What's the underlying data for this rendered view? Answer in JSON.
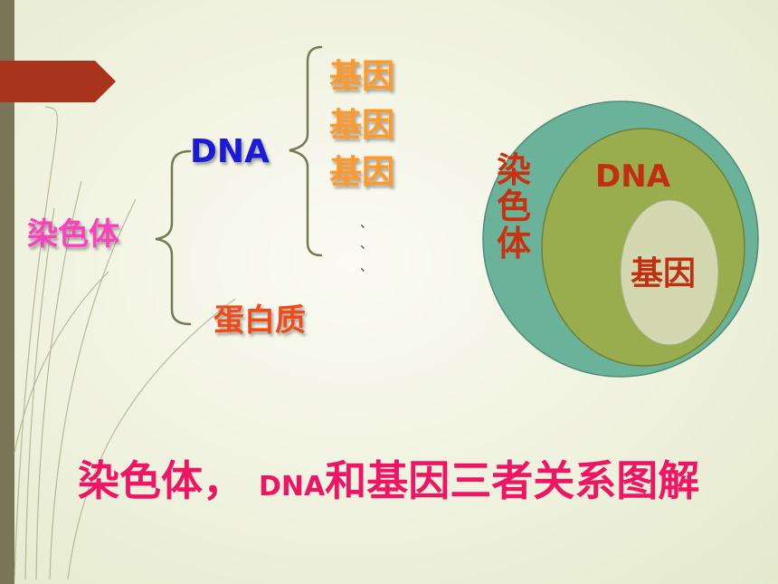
{
  "tree": {
    "root": "染色体",
    "dna": "DNA",
    "genes": [
      "基因",
      "基因",
      "基因"
    ],
    "ellipsis": [
      "、",
      "、",
      "、"
    ],
    "protein": "蛋白质"
  },
  "venn": {
    "outer": "染色体",
    "middle": "DNA",
    "inner": "基因"
  },
  "caption": {
    "part1": "染色体，",
    "part2": "DNA",
    "part3": "和基因三者关系图解"
  },
  "colors": {
    "banner": "#a9341c",
    "outer_circle": "#6bb29a",
    "middle_circle": "#99ad4e",
    "inner_circle": "#d4d8b0",
    "title": "#f01564"
  }
}
